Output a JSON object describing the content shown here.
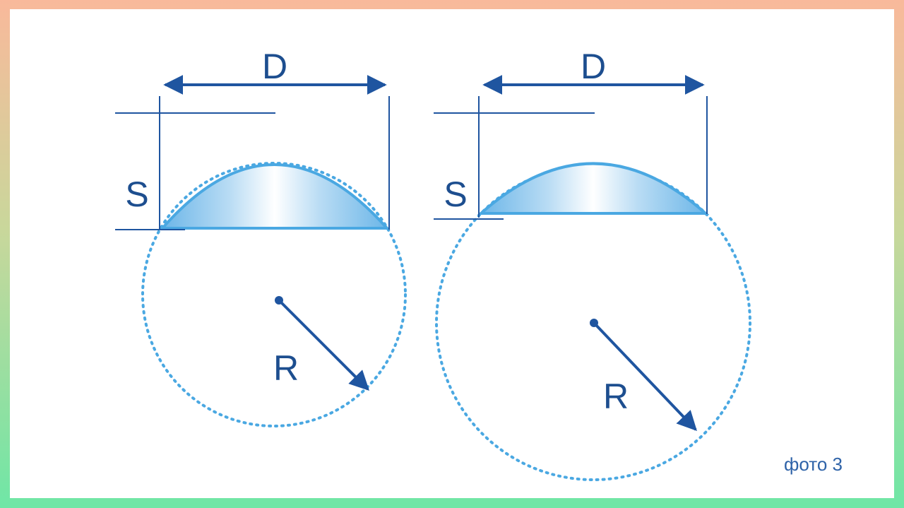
{
  "diagrams": [
    {
      "diameter_label": "D",
      "sagitta_label": "S",
      "radius_label": "R"
    },
    {
      "diameter_label": "D",
      "sagitta_label": "S",
      "radius_label": "R"
    }
  ],
  "caption": "фото 3",
  "colors": {
    "line": "#1f55a0",
    "lens_edge": "#4aa8e2",
    "lens_fill": "#cfe6f7",
    "dotted_circle": "#4aa8e2",
    "label": "#1d4e8f"
  }
}
